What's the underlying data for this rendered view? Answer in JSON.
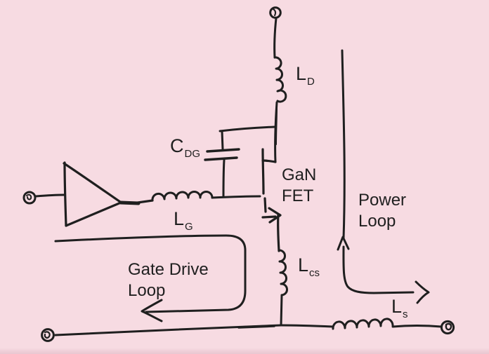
{
  "colors": {
    "background": "#f7dbe2",
    "ink": "#1f1f1f",
    "border_bottom": "#e9c6d0"
  },
  "labels": {
    "c_dg": {
      "symbol": "C",
      "subscript": "DG"
    },
    "l_d": {
      "symbol": "L",
      "subscript": "D"
    },
    "l_g": {
      "symbol": "L",
      "subscript": "G"
    },
    "l_cs": {
      "symbol": "L",
      "subscript": "cs"
    },
    "l_s": {
      "symbol": "L",
      "subscript": "s"
    },
    "device": {
      "line1": "GaN",
      "line2": "FET"
    },
    "gate_drive_loop": {
      "line1": "Gate Drive",
      "line2": "Loop"
    },
    "power_loop": {
      "line1": "Power",
      "line2": "Loop"
    }
  }
}
